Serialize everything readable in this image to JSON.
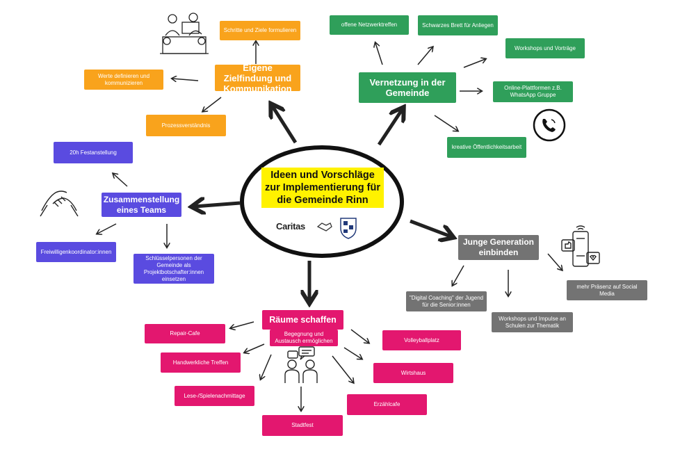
{
  "center": {
    "title": "Ideen und Vorschläge zur Implementierung für die Gemeinde Rinn",
    "logo_text": "Caritas"
  },
  "colors": {
    "orange": "#f9a31c",
    "green": "#2f9f5a",
    "purple": "#5a4be0",
    "gray": "#737373",
    "pink": "#e3176f",
    "highlight": "#fff200"
  },
  "branches": {
    "zielfindung": {
      "hub": "Eigene Zielfindung und Kommunikation",
      "items": [
        "Schritte und Ziele formulieren",
        "Werte definieren und kommunizieren",
        "Prozessverständnis"
      ],
      "icon": "meeting-icon"
    },
    "vernetzung": {
      "hub": "Vernetzung in der Gemeinde",
      "items": [
        "offene Netzwerktreffen",
        "Schwarzes Brett für Anliegen",
        "Workshops und Vorträge",
        "Online-Plattformen z.B. WhatsApp Gruppe",
        "kreative Öffentlichkeitsarbeit"
      ],
      "icon": "phone-icon"
    },
    "team": {
      "hub": "Zusammenstellung eines Teams",
      "items": [
        "20h Festanstellung",
        "Freiwilligenkoordinator:innen",
        "Schlüsselpersonen der Gemeinde als Projektbotschafter:innen einsetzen"
      ],
      "icon": "handshake-icon"
    },
    "jugend": {
      "hub": "Junge Generation einbinden",
      "items": [
        "\"Digital Coaching\" der Jugend für die Senior:innen",
        "Workshops und Impulse an Schulen zur Thematik",
        "mehr Präsenz auf Social Media"
      ],
      "icon": "social-media-icon"
    },
    "raeume": {
      "hub": "Räume schaffen",
      "sub": "Begegnung und Austausch ermöglichen",
      "items": [
        "Repair-Cafe",
        "Handwerkliche Treffen",
        "Lese-/Spielenachmittage",
        "Stadtfest",
        "Erzählcafe",
        "Wirtshaus",
        "Volleyballplatz"
      ],
      "icon": "conversation-icon"
    }
  }
}
